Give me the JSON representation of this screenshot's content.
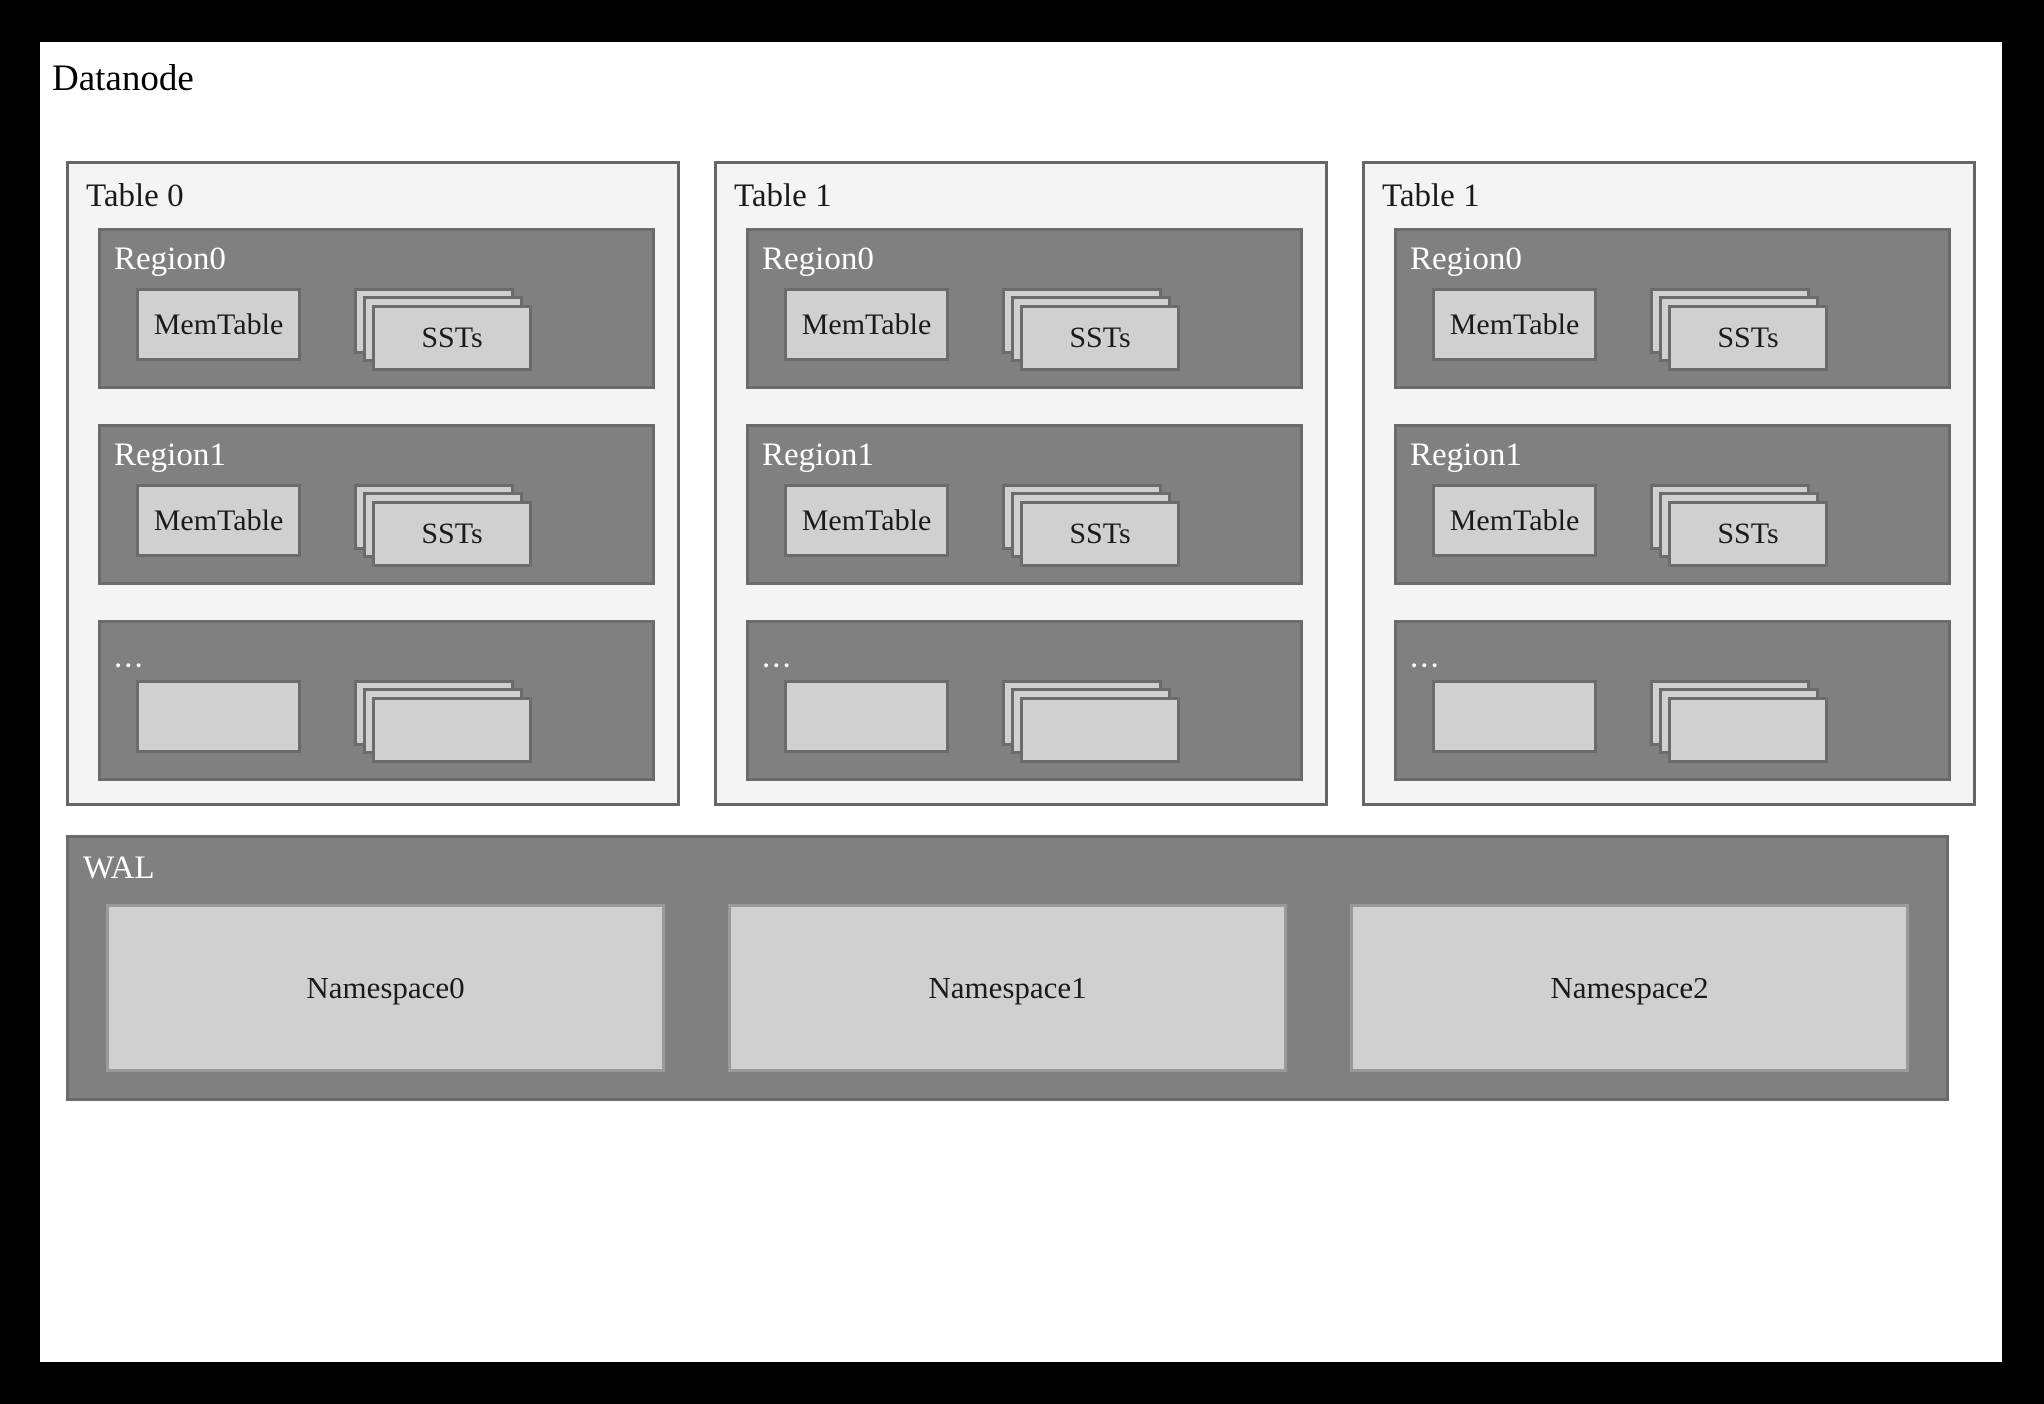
{
  "diagram": {
    "title": "Datanode",
    "colors": {
      "page_background": "#000000",
      "canvas": "#ffffff",
      "table_fill": "#f4f4f4",
      "region_fill": "#808080",
      "card_fill": "#d0d0d0",
      "border": "#666666",
      "label_on_gray": "#ffffff",
      "label_on_light": "#1a1a1a"
    },
    "tables": [
      {
        "label": "Table 0",
        "regions": [
          {
            "label": "Region0",
            "is_ellipsis": false,
            "memtable": "MemTable",
            "ssts": "SSTs"
          },
          {
            "label": "Region1",
            "is_ellipsis": false,
            "memtable": "MemTable",
            "ssts": "SSTs"
          },
          {
            "label": "...",
            "is_ellipsis": true,
            "memtable": "",
            "ssts": ""
          }
        ]
      },
      {
        "label": "Table 1",
        "regions": [
          {
            "label": "Region0",
            "is_ellipsis": false,
            "memtable": "MemTable",
            "ssts": "SSTs"
          },
          {
            "label": "Region1",
            "is_ellipsis": false,
            "memtable": "MemTable",
            "ssts": "SSTs"
          },
          {
            "label": "...",
            "is_ellipsis": true,
            "memtable": "",
            "ssts": ""
          }
        ]
      },
      {
        "label": "Table 1",
        "regions": [
          {
            "label": "Region0",
            "is_ellipsis": false,
            "memtable": "MemTable",
            "ssts": "SSTs"
          },
          {
            "label": "Region1",
            "is_ellipsis": false,
            "memtable": "MemTable",
            "ssts": "SSTs"
          },
          {
            "label": "...",
            "is_ellipsis": true,
            "memtable": "",
            "ssts": ""
          }
        ]
      }
    ],
    "wal": {
      "label": "WAL",
      "namespaces": [
        "Namespace0",
        "Namespace1",
        "Namespace2"
      ]
    }
  }
}
